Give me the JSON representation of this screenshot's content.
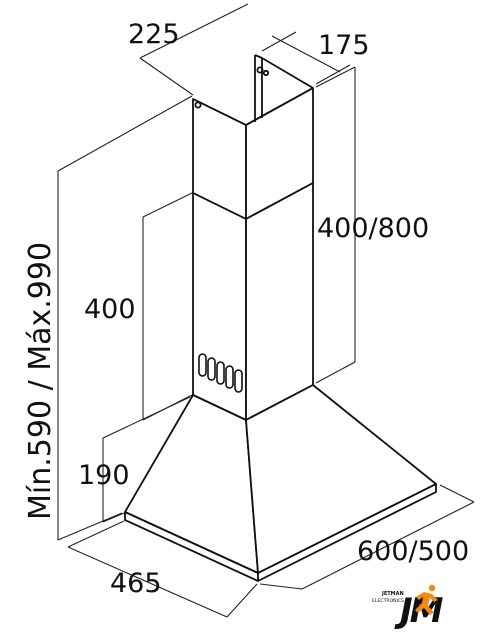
{
  "colors": {
    "line": "#111111",
    "dimension_line": "#222222",
    "logo_orange": "#f08a12",
    "logo_black": "#111111"
  },
  "dimensions": {
    "top_left_width": "225",
    "top_right_depth": "175",
    "chimney_height": "400/800",
    "lower_chimney_height": "400",
    "total_height": "Mín.590 / Máx.990",
    "hood_height": "190",
    "hood_depth": "465",
    "hood_width": "600/500"
  },
  "logo": {
    "name": "JETMAN",
    "tagline": "ELECTRONICS",
    "monogram": "JM",
    "icon": "running-man-icon"
  }
}
